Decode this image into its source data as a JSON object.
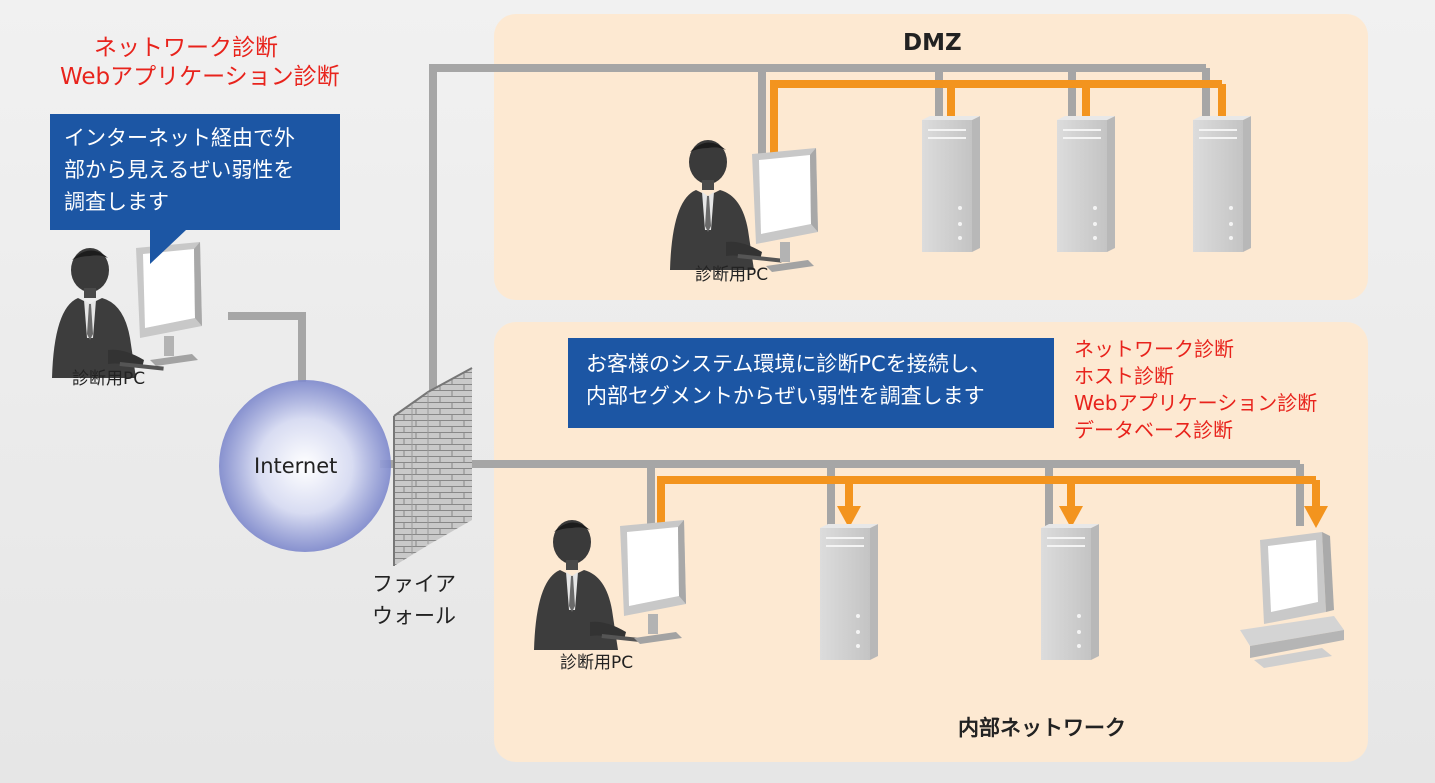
{
  "external": {
    "services_line1": "ネットワーク診断",
    "services_line2": "Webアプリケーション診断",
    "bubble_line1": "インターネット経由で外",
    "bubble_line2": "部から見えるぜい弱性を",
    "bubble_line3": "調査します",
    "pc_label": "診断用PC"
  },
  "internet": {
    "label": "Internet"
  },
  "firewall": {
    "label_line1": "ファイア",
    "label_line2": "ウォール"
  },
  "dmz": {
    "title": "DMZ",
    "pc_label": "診断用PC"
  },
  "internal": {
    "title": "内部ネットワーク",
    "pc_label": "診断用PC",
    "bubble_line1": "お客様のシステム環境に診断PCを接続し、",
    "bubble_line2": "内部セグメントからぜい弱性を調査します",
    "services": [
      "ネットワーク診断",
      "ホスト診断",
      "Webアプリケーション診断",
      "データベース診断"
    ]
  },
  "colors": {
    "accent_orange": "#f3941e",
    "bubble_blue": "#1c56a4",
    "label_red": "#e8231c",
    "zone_fill": "#fde9d2",
    "line_gray": "#a6a6a6"
  }
}
